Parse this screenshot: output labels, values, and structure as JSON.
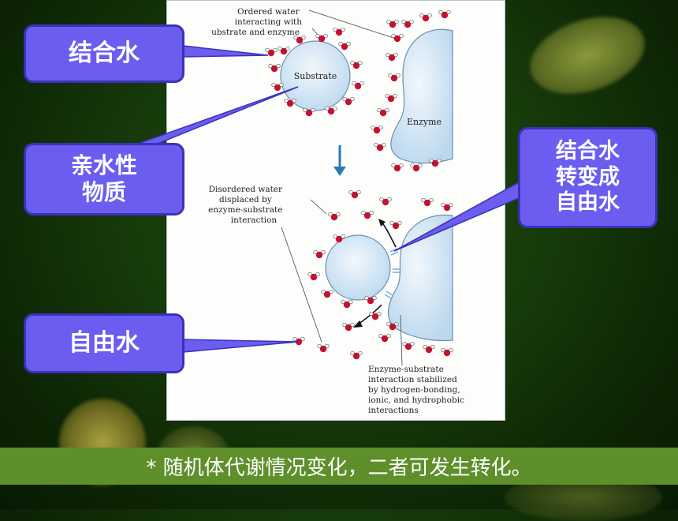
{
  "callouts": {
    "bound_water": "结合水",
    "hydrophilic": "亲水性\n物质",
    "free_water": "自由水",
    "conversion": "结合水\n转变成\n自由水"
  },
  "diagram": {
    "top_label": [
      "Ordered water",
      "interacting with",
      "ubstrate and enzyme"
    ],
    "substrate_label": "Substrate",
    "enzyme_label": "Enzyme",
    "mid_label": [
      "Disordered water",
      "displaced by",
      "enzyme-substrate",
      "interaction"
    ],
    "bottom_label": [
      "Enzyme-substrate",
      "interaction stabilized",
      "by hydrogen-bonding,",
      "ionic, and hydrophobic",
      "interactions"
    ]
  },
  "banner": "* 随机体代谢情况变化，二者可发生转化。",
  "colors": {
    "callout_fill": "#6a5df0",
    "banner_fill": "#5e8f2a",
    "water_oxygen": "#c8102e",
    "surface_fill": "#dcecf8"
  }
}
